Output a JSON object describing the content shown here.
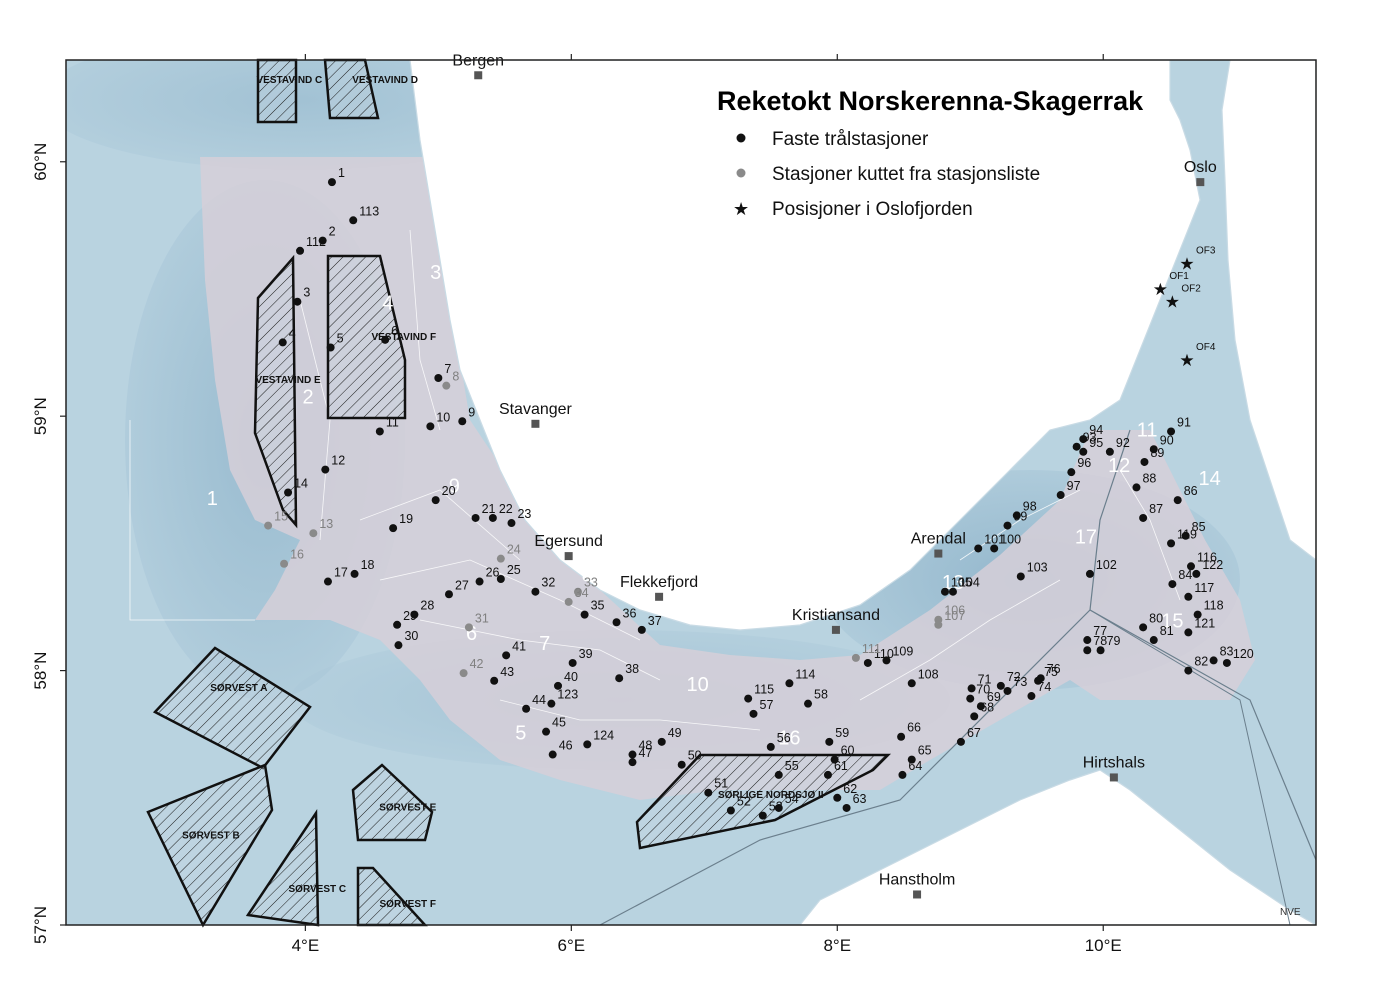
{
  "title": "Reketokt Norskerenna-Skagerrak",
  "legend": [
    {
      "symbol": "dot",
      "color": "#111111",
      "label": "Faste trålstasjoner"
    },
    {
      "symbol": "dot",
      "color": "#8a8a8a",
      "label": "Stasjoner kuttet fra stasjonsliste"
    },
    {
      "symbol": "star",
      "color": "#111111",
      "label": "Posisjoner i Oslofjorden"
    }
  ],
  "credit": "NVE",
  "colors": {
    "sea": "#b9d3e0",
    "deep_water": "#8eb4ca",
    "land": "#ffffff",
    "survey_area": "#d6cfd8",
    "fixed_station": "#111111",
    "cut_station": "#8a8a8a"
  },
  "axes": {
    "x_ticks": [
      "4°E",
      "6°E",
      "8°E",
      "10°E"
    ],
    "y_ticks": [
      "60°N",
      "59°N",
      "58°N",
      "57°N"
    ],
    "lon_range": [
      2.2,
      11.6
    ],
    "lat_range": [
      57.0,
      60.4
    ]
  },
  "cities": [
    {
      "name": "Bergen",
      "lon": 5.3,
      "lat": 60.34
    },
    {
      "name": "Stavanger",
      "lon": 5.73,
      "lat": 58.97
    },
    {
      "name": "Egersund",
      "lon": 5.98,
      "lat": 58.45
    },
    {
      "name": "Flekkefjord",
      "lon": 6.66,
      "lat": 58.29
    },
    {
      "name": "Kristiansand",
      "lon": 7.99,
      "lat": 58.16
    },
    {
      "name": "Arendal",
      "lon": 8.76,
      "lat": 58.46
    },
    {
      "name": "Oslo",
      "lon": 10.73,
      "lat": 59.92
    },
    {
      "name": "Hirtshals",
      "lon": 10.08,
      "lat": 57.58
    },
    {
      "name": "Hanstholm",
      "lon": 8.6,
      "lat": 57.12
    }
  ],
  "areas": [
    {
      "label": "1",
      "lon": 3.3,
      "lat": 58.65
    },
    {
      "label": "2",
      "lon": 4.02,
      "lat": 59.05
    },
    {
      "label": "3",
      "lon": 4.98,
      "lat": 59.54
    },
    {
      "label": "4",
      "lon": 4.62,
      "lat": 59.42
    },
    {
      "label": "5",
      "lon": 5.62,
      "lat": 57.73
    },
    {
      "label": "6",
      "lon": 5.25,
      "lat": 58.12
    },
    {
      "label": "7",
      "lon": 5.8,
      "lat": 58.08
    },
    {
      "label": "8",
      "lon": 6.12,
      "lat": 58.35
    },
    {
      "label": "9",
      "lon": 5.12,
      "lat": 58.7
    },
    {
      "label": "10",
      "lon": 6.95,
      "lat": 57.92
    },
    {
      "label": "11",
      "lon": 10.33,
      "lat": 58.92
    },
    {
      "label": "12",
      "lon": 10.12,
      "lat": 58.78
    },
    {
      "label": "13",
      "lon": 8.87,
      "lat": 58.32
    },
    {
      "label": "14",
      "lon": 10.8,
      "lat": 58.73
    },
    {
      "label": "15",
      "lon": 10.52,
      "lat": 58.17
    },
    {
      "label": "16",
      "lon": 7.64,
      "lat": 57.71
    },
    {
      "label": "17",
      "lon": 9.87,
      "lat": 58.5
    }
  ],
  "wind_areas": [
    {
      "label": "VESTAVIND C",
      "lon": 3.88,
      "lat": 60.31
    },
    {
      "label": "VESTAVIND D",
      "lon": 4.6,
      "lat": 60.31
    },
    {
      "label": "VESTAVIND F",
      "lon": 4.74,
      "lat": 59.3
    },
    {
      "label": "VESTAVIND E",
      "lon": 3.87,
      "lat": 59.13
    },
    {
      "label": "SØRVEST A",
      "lon": 3.5,
      "lat": 57.92
    },
    {
      "label": "SØRVEST B",
      "lon": 3.29,
      "lat": 57.34
    },
    {
      "label": "SØRVEST C",
      "lon": 4.09,
      "lat": 57.13
    },
    {
      "label": "SØRVEST E",
      "lon": 4.77,
      "lat": 57.45
    },
    {
      "label": "SØRVEST F",
      "lon": 4.77,
      "lat": 57.07
    },
    {
      "label": "SØRLIGE NORDSJØ II",
      "lon": 7.5,
      "lat": 57.5
    }
  ],
  "stations": [
    {
      "id": "1",
      "lon": 4.2,
      "lat": 59.92,
      "cut": false
    },
    {
      "id": "2",
      "lon": 4.13,
      "lat": 59.69,
      "cut": false
    },
    {
      "id": "112",
      "lon": 3.96,
      "lat": 59.65,
      "cut": false
    },
    {
      "id": "113",
      "lon": 4.36,
      "lat": 59.77,
      "cut": false
    },
    {
      "id": "3",
      "lon": 3.94,
      "lat": 59.45,
      "cut": false
    },
    {
      "id": "4",
      "lon": 3.83,
      "lat": 59.29,
      "cut": false
    },
    {
      "id": "5",
      "lon": 4.19,
      "lat": 59.27,
      "cut": false
    },
    {
      "id": "6",
      "lon": 4.6,
      "lat": 59.3,
      "cut": false
    },
    {
      "id": "7",
      "lon": 5.0,
      "lat": 59.15,
      "cut": false
    },
    {
      "id": "8",
      "lon": 5.06,
      "lat": 59.12,
      "cut": true
    },
    {
      "id": "9",
      "lon": 5.18,
      "lat": 58.98,
      "cut": false
    },
    {
      "id": "10",
      "lon": 4.94,
      "lat": 58.96,
      "cut": false
    },
    {
      "id": "11",
      "lon": 4.56,
      "lat": 58.94,
      "cut": false
    },
    {
      "id": "12",
      "lon": 4.15,
      "lat": 58.79,
      "cut": false
    },
    {
      "id": "13",
      "lon": 4.06,
      "lat": 58.54,
      "cut": true
    },
    {
      "id": "14",
      "lon": 3.87,
      "lat": 58.7,
      "cut": false
    },
    {
      "id": "15",
      "lon": 3.72,
      "lat": 58.57,
      "cut": true
    },
    {
      "id": "16",
      "lon": 3.84,
      "lat": 58.42,
      "cut": true
    },
    {
      "id": "17",
      "lon": 4.17,
      "lat": 58.35,
      "cut": false
    },
    {
      "id": "18",
      "lon": 4.37,
      "lat": 58.38,
      "cut": false
    },
    {
      "id": "19",
      "lon": 4.66,
      "lat": 58.56,
      "cut": false
    },
    {
      "id": "20",
      "lon": 4.98,
      "lat": 58.67,
      "cut": false
    },
    {
      "id": "21",
      "lon": 5.28,
      "lat": 58.6,
      "cut": false
    },
    {
      "id": "22",
      "lon": 5.41,
      "lat": 58.6,
      "cut": false
    },
    {
      "id": "23",
      "lon": 5.55,
      "lat": 58.58,
      "cut": false
    },
    {
      "id": "24",
      "lon": 5.47,
      "lat": 58.44,
      "cut": true
    },
    {
      "id": "25",
      "lon": 5.47,
      "lat": 58.36,
      "cut": false
    },
    {
      "id": "26",
      "lon": 5.31,
      "lat": 58.35,
      "cut": false
    },
    {
      "id": "27",
      "lon": 5.08,
      "lat": 58.3,
      "cut": false
    },
    {
      "id": "28",
      "lon": 4.82,
      "lat": 58.22,
      "cut": false
    },
    {
      "id": "29",
      "lon": 4.69,
      "lat": 58.18,
      "cut": false
    },
    {
      "id": "30",
      "lon": 4.7,
      "lat": 58.1,
      "cut": false
    },
    {
      "id": "31",
      "lon": 5.23,
      "lat": 58.17,
      "cut": true
    },
    {
      "id": "32",
      "lon": 5.73,
      "lat": 58.31,
      "cut": false
    },
    {
      "id": "33",
      "lon": 6.05,
      "lat": 58.31,
      "cut": true
    },
    {
      "id": "34",
      "lon": 5.98,
      "lat": 58.27,
      "cut": true
    },
    {
      "id": "35",
      "lon": 6.1,
      "lat": 58.22,
      "cut": false
    },
    {
      "id": "36",
      "lon": 6.34,
      "lat": 58.19,
      "cut": false
    },
    {
      "id": "37",
      "lon": 6.53,
      "lat": 58.16,
      "cut": false
    },
    {
      "id": "38",
      "lon": 6.36,
      "lat": 57.97,
      "cut": false
    },
    {
      "id": "39",
      "lon": 6.01,
      "lat": 58.03,
      "cut": false
    },
    {
      "id": "40",
      "lon": 5.9,
      "lat": 57.94,
      "cut": false
    },
    {
      "id": "41",
      "lon": 5.51,
      "lat": 58.06,
      "cut": false
    },
    {
      "id": "42",
      "lon": 5.19,
      "lat": 57.99,
      "cut": true
    },
    {
      "id": "43",
      "lon": 5.42,
      "lat": 57.96,
      "cut": false
    },
    {
      "id": "44",
      "lon": 5.66,
      "lat": 57.85,
      "cut": false
    },
    {
      "id": "45",
      "lon": 5.81,
      "lat": 57.76,
      "cut": false
    },
    {
      "id": "46",
      "lon": 5.86,
      "lat": 57.67,
      "cut": false
    },
    {
      "id": "47",
      "lon": 6.46,
      "lat": 57.64,
      "cut": false
    },
    {
      "id": "48",
      "lon": 6.46,
      "lat": 57.67,
      "cut": false
    },
    {
      "id": "49",
      "lon": 6.68,
      "lat": 57.72,
      "cut": false
    },
    {
      "id": "50",
      "lon": 6.83,
      "lat": 57.63,
      "cut": false
    },
    {
      "id": "51",
      "lon": 7.03,
      "lat": 57.52,
      "cut": false
    },
    {
      "id": "52",
      "lon": 7.2,
      "lat": 57.45,
      "cut": false
    },
    {
      "id": "53",
      "lon": 7.44,
      "lat": 57.43,
      "cut": false
    },
    {
      "id": "54",
      "lon": 7.56,
      "lat": 57.46,
      "cut": false
    },
    {
      "id": "55",
      "lon": 7.56,
      "lat": 57.59,
      "cut": false
    },
    {
      "id": "56",
      "lon": 7.5,
      "lat": 57.7,
      "cut": false
    },
    {
      "id": "57",
      "lon": 7.37,
      "lat": 57.83,
      "cut": false
    },
    {
      "id": "58",
      "lon": 7.78,
      "lat": 57.87,
      "cut": false
    },
    {
      "id": "59",
      "lon": 7.94,
      "lat": 57.72,
      "cut": false
    },
    {
      "id": "60",
      "lon": 7.98,
      "lat": 57.65,
      "cut": false
    },
    {
      "id": "61",
      "lon": 7.93,
      "lat": 57.59,
      "cut": false
    },
    {
      "id": "62",
      "lon": 8.0,
      "lat": 57.5,
      "cut": false
    },
    {
      "id": "63",
      "lon": 8.07,
      "lat": 57.46,
      "cut": false
    },
    {
      "id": "64",
      "lon": 8.49,
      "lat": 57.59,
      "cut": false
    },
    {
      "id": "65",
      "lon": 8.56,
      "lat": 57.65,
      "cut": false
    },
    {
      "id": "66",
      "lon": 8.48,
      "lat": 57.74,
      "cut": false
    },
    {
      "id": "67",
      "lon": 8.93,
      "lat": 57.72,
      "cut": false
    },
    {
      "id": "68",
      "lon": 9.03,
      "lat": 57.82,
      "cut": false
    },
    {
      "id": "69",
      "lon": 9.08,
      "lat": 57.86,
      "cut": false
    },
    {
      "id": "70",
      "lon": 9.0,
      "lat": 57.89,
      "cut": false
    },
    {
      "id": "71",
      "lon": 9.01,
      "lat": 57.93,
      "cut": false
    },
    {
      "id": "72",
      "lon": 9.23,
      "lat": 57.94,
      "cut": false
    },
    {
      "id": "73",
      "lon": 9.28,
      "lat": 57.92,
      "cut": false
    },
    {
      "id": "74",
      "lon": 9.46,
      "lat": 57.9,
      "cut": false
    },
    {
      "id": "75",
      "lon": 9.51,
      "lat": 57.96,
      "cut": false
    },
    {
      "id": "76",
      "lon": 9.53,
      "lat": 57.97,
      "cut": false
    },
    {
      "id": "77",
      "lon": 9.88,
      "lat": 58.12,
      "cut": false
    },
    {
      "id": "78",
      "lon": 9.88,
      "lat": 58.08,
      "cut": false
    },
    {
      "id": "79",
      "lon": 9.98,
      "lat": 58.08,
      "cut": false
    },
    {
      "id": "80",
      "lon": 10.3,
      "lat": 58.17,
      "cut": false
    },
    {
      "id": "81",
      "lon": 10.38,
      "lat": 58.12,
      "cut": false
    },
    {
      "id": "82",
      "lon": 10.64,
      "lat": 58.0,
      "cut": false
    },
    {
      "id": "83",
      "lon": 10.83,
      "lat": 58.04,
      "cut": false
    },
    {
      "id": "84",
      "lon": 10.52,
      "lat": 58.34,
      "cut": false
    },
    {
      "id": "85",
      "lon": 10.62,
      "lat": 58.53,
      "cut": false
    },
    {
      "id": "86",
      "lon": 10.56,
      "lat": 58.67,
      "cut": false
    },
    {
      "id": "87",
      "lon": 10.3,
      "lat": 58.6,
      "cut": false
    },
    {
      "id": "88",
      "lon": 10.25,
      "lat": 58.72,
      "cut": false
    },
    {
      "id": "89",
      "lon": 10.31,
      "lat": 58.82,
      "cut": false
    },
    {
      "id": "90",
      "lon": 10.38,
      "lat": 58.87,
      "cut": false
    },
    {
      "id": "91",
      "lon": 10.51,
      "lat": 58.94,
      "cut": false
    },
    {
      "id": "92",
      "lon": 10.05,
      "lat": 58.86,
      "cut": false
    },
    {
      "id": "93",
      "lon": 9.8,
      "lat": 58.88,
      "cut": false
    },
    {
      "id": "94",
      "lon": 9.85,
      "lat": 58.91,
      "cut": false
    },
    {
      "id": "95",
      "lon": 9.85,
      "lat": 58.86,
      "cut": false
    },
    {
      "id": "96",
      "lon": 9.76,
      "lat": 58.78,
      "cut": false
    },
    {
      "id": "97",
      "lon": 9.68,
      "lat": 58.69,
      "cut": false
    },
    {
      "id": "98",
      "lon": 9.35,
      "lat": 58.61,
      "cut": false
    },
    {
      "id": "99",
      "lon": 9.28,
      "lat": 58.57,
      "cut": false
    },
    {
      "id": "100",
      "lon": 9.18,
      "lat": 58.48,
      "cut": false
    },
    {
      "id": "101",
      "lon": 9.06,
      "lat": 58.48,
      "cut": false
    },
    {
      "id": "102",
      "lon": 9.9,
      "lat": 58.38,
      "cut": false
    },
    {
      "id": "103",
      "lon": 9.38,
      "lat": 58.37,
      "cut": false
    },
    {
      "id": "104",
      "lon": 8.87,
      "lat": 58.31,
      "cut": false
    },
    {
      "id": "105",
      "lon": 8.81,
      "lat": 58.31,
      "cut": false
    },
    {
      "id": "106",
      "lon": 8.76,
      "lat": 58.2,
      "cut": true
    },
    {
      "id": "107",
      "lon": 8.76,
      "lat": 58.18,
      "cut": true
    },
    {
      "id": "108",
      "lon": 8.56,
      "lat": 57.95,
      "cut": false
    },
    {
      "id": "109",
      "lon": 8.37,
      "lat": 58.04,
      "cut": false
    },
    {
      "id": "110",
      "lon": 8.23,
      "lat": 58.03,
      "cut": false
    },
    {
      "id": "111",
      "lon": 8.14,
      "lat": 58.05,
      "cut": true
    },
    {
      "id": "114",
      "lon": 7.64,
      "lat": 57.95,
      "cut": false
    },
    {
      "id": "115",
      "lon": 7.33,
      "lat": 57.89,
      "cut": false
    },
    {
      "id": "116",
      "lon": 10.66,
      "lat": 58.41,
      "cut": false
    },
    {
      "id": "117",
      "lon": 10.64,
      "lat": 58.29,
      "cut": false
    },
    {
      "id": "118",
      "lon": 10.71,
      "lat": 58.22,
      "cut": false
    },
    {
      "id": "119",
      "lon": 10.51,
      "lat": 58.5,
      "cut": false
    },
    {
      "id": "120",
      "lon": 10.93,
      "lat": 58.03,
      "cut": false
    },
    {
      "id": "121",
      "lon": 10.64,
      "lat": 58.15,
      "cut": false
    },
    {
      "id": "122",
      "lon": 10.7,
      "lat": 58.38,
      "cut": false
    },
    {
      "id": "123",
      "lon": 5.85,
      "lat": 57.87,
      "cut": false
    },
    {
      "id": "124",
      "lon": 6.12,
      "lat": 57.71,
      "cut": false
    }
  ],
  "oslofjord_positions": [
    {
      "id": "OF1",
      "lon": 10.43,
      "lat": 59.5
    },
    {
      "id": "OF2",
      "lon": 10.52,
      "lat": 59.45
    },
    {
      "id": "OF3",
      "lon": 10.63,
      "lat": 59.6
    },
    {
      "id": "OF4",
      "lon": 10.63,
      "lat": 59.22
    }
  ]
}
